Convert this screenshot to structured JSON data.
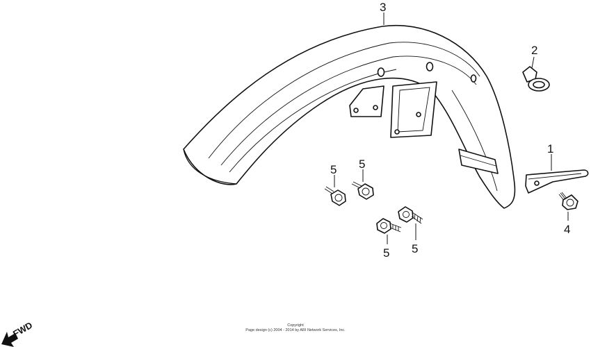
{
  "callouts": {
    "fender": "3",
    "grommet": "2",
    "bracket": "1",
    "bolt_bracket": "4",
    "bolt_a": "5",
    "bolt_b": "5",
    "bolt_c": "5",
    "bolt_d": "5"
  },
  "direction": {
    "label": "FWD"
  },
  "copyright": {
    "line1": "Copyright",
    "line2": "Page design (c) 2004 - 2014 by ARI Network Services, Inc."
  }
}
